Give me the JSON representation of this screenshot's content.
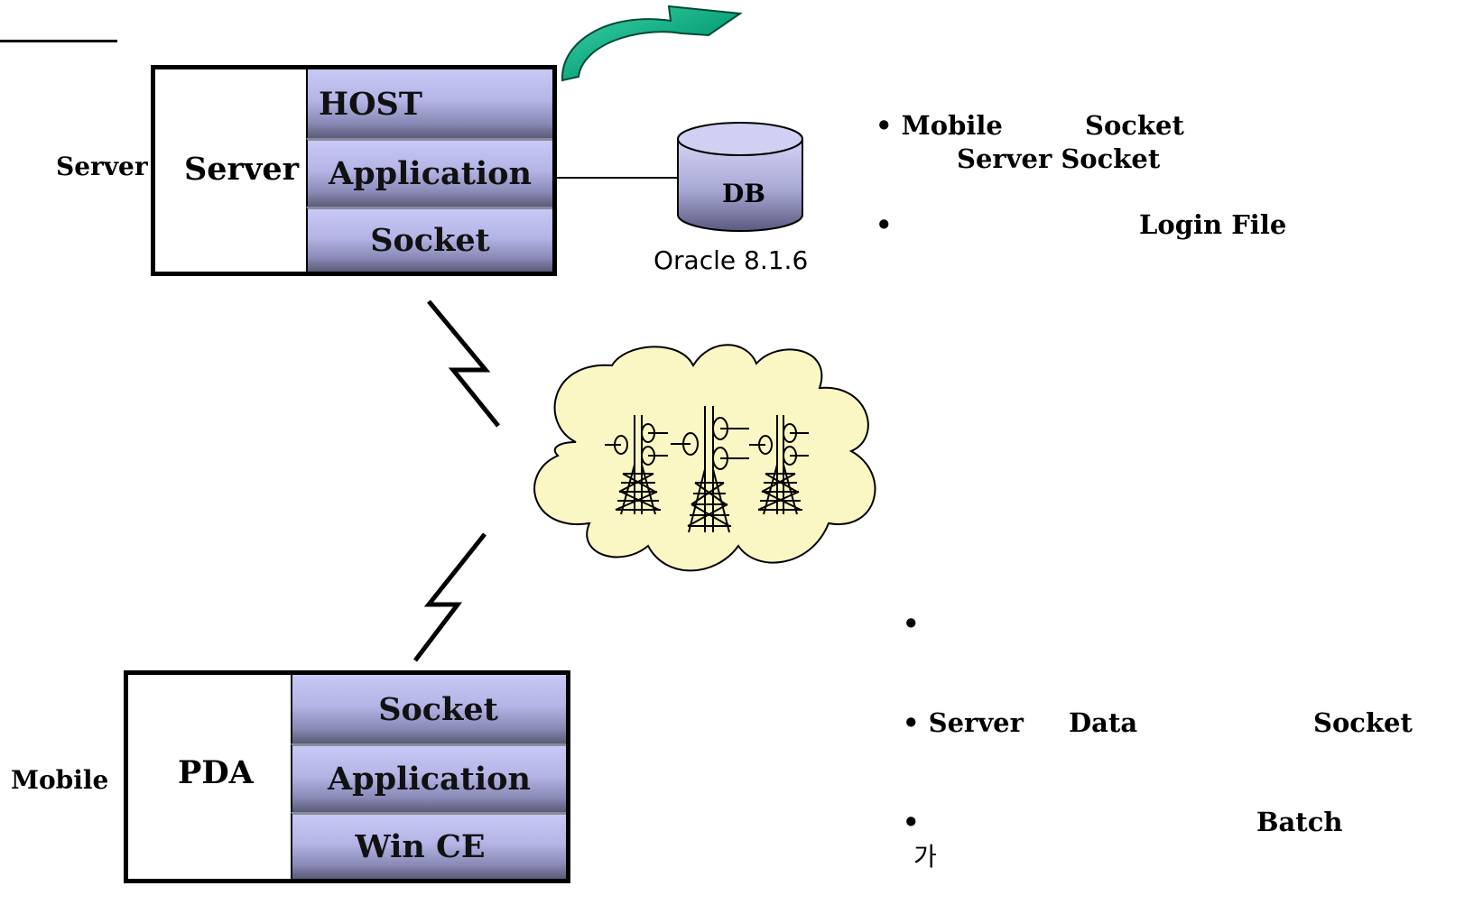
{
  "server_block": {
    "side_label": "Server",
    "box_label": "Server",
    "layers": [
      "HOST",
      "Application",
      "Socket"
    ]
  },
  "database": {
    "label": "DB",
    "caption": "Oracle 8.1.6"
  },
  "mobile_block": {
    "side_label": "Mobile",
    "box_label": "PDA",
    "layers": [
      "Socket",
      "Application",
      "Win CE"
    ]
  },
  "notes_top": {
    "item1_a": "Mobile",
    "item1_b": "Socket",
    "item1_line2": "Server Socket",
    "item2": "Login File"
  },
  "notes_bottom": {
    "item1": "",
    "item2_a": "Server",
    "item2_b": "Data",
    "item2_c": "Socket",
    "item3_a": "Batch",
    "item3_line2": "가"
  },
  "bullet": "•",
  "colors": {
    "layer_light": "#c9c9f6",
    "layer_dark": "#5a5a78",
    "cloud_fill": "#fbf7c4",
    "db_light": "#d4d4f6",
    "db_dark": "#5a5a80",
    "arrow_green": "#0ba37c"
  }
}
